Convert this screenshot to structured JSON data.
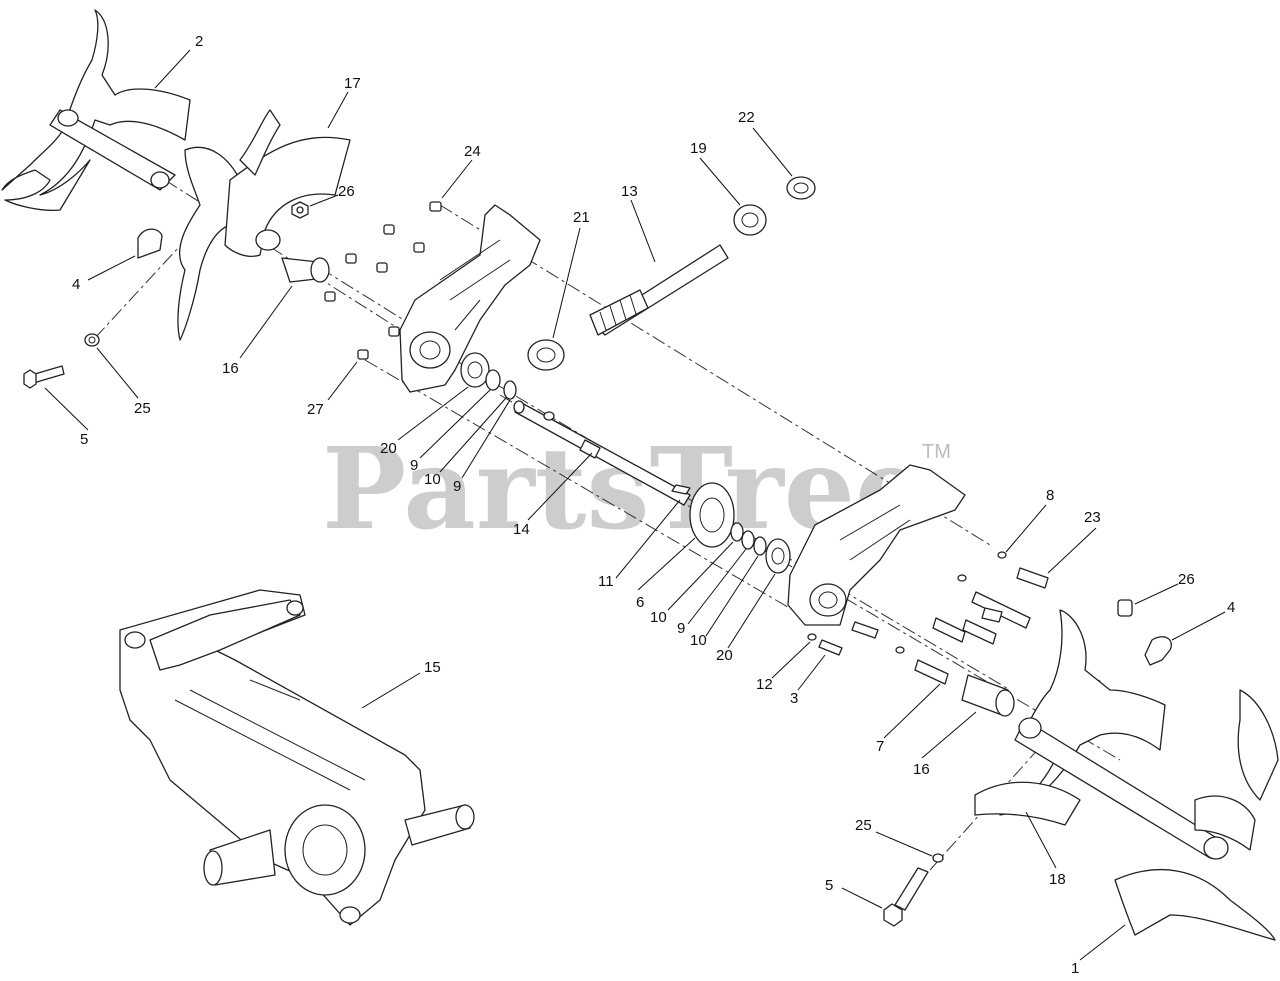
{
  "watermark": {
    "text": "PartsTree",
    "tm": "TM"
  },
  "callouts": [
    {
      "id": "c2",
      "label": "2"
    },
    {
      "id": "c17",
      "label": "17"
    },
    {
      "id": "c26a",
      "label": "26"
    },
    {
      "id": "c4a",
      "label": "4"
    },
    {
      "id": "c16a",
      "label": "16"
    },
    {
      "id": "c5a",
      "label": "5"
    },
    {
      "id": "c25a",
      "label": "25"
    },
    {
      "id": "c24",
      "label": "24"
    },
    {
      "id": "c27",
      "label": "27"
    },
    {
      "id": "c21",
      "label": "21"
    },
    {
      "id": "c13",
      "label": "13"
    },
    {
      "id": "c19",
      "label": "19"
    },
    {
      "id": "c22",
      "label": "22"
    },
    {
      "id": "c20a",
      "label": "20"
    },
    {
      "id": "c9a",
      "label": "9"
    },
    {
      "id": "c10a",
      "label": "10"
    },
    {
      "id": "c9b",
      "label": "9"
    },
    {
      "id": "c14",
      "label": "14"
    },
    {
      "id": "c11",
      "label": "11"
    },
    {
      "id": "c6",
      "label": "6"
    },
    {
      "id": "c10b",
      "label": "10"
    },
    {
      "id": "c9c",
      "label": "9"
    },
    {
      "id": "c10c",
      "label": "10"
    },
    {
      "id": "c20b",
      "label": "20"
    },
    {
      "id": "c12",
      "label": "12"
    },
    {
      "id": "c3",
      "label": "3"
    },
    {
      "id": "c8",
      "label": "8"
    },
    {
      "id": "c23",
      "label": "23"
    },
    {
      "id": "c26b",
      "label": "26"
    },
    {
      "id": "c4b",
      "label": "4"
    },
    {
      "id": "c7",
      "label": "7"
    },
    {
      "id": "c16b",
      "label": "16"
    },
    {
      "id": "c15",
      "label": "15"
    },
    {
      "id": "c25b",
      "label": "25"
    },
    {
      "id": "c5b",
      "label": "5"
    },
    {
      "id": "c18",
      "label": "18"
    },
    {
      "id": "c1",
      "label": "1"
    }
  ]
}
